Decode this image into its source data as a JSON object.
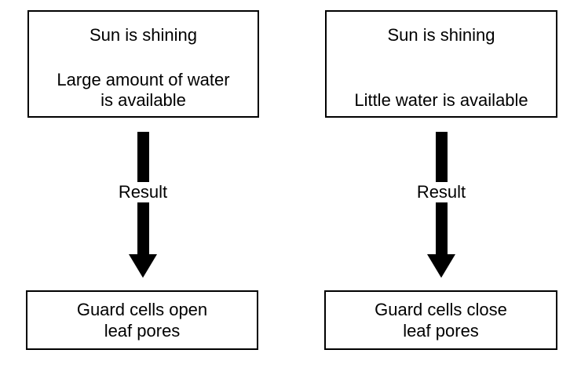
{
  "left": {
    "top_box": {
      "line1": "Sun is shining",
      "line2": "Large amount of water",
      "line3": "is available"
    },
    "arrow_label": "Result",
    "bottom_box": {
      "line1": "Guard cells open",
      "line2": "leaf pores"
    }
  },
  "right": {
    "top_box": {
      "line1": "Sun is shining",
      "line2": "Little water is available"
    },
    "arrow_label": "Result",
    "bottom_box": {
      "line1": "Guard cells close",
      "line2": "leaf pores"
    }
  },
  "colors": {
    "stroke": "#000000",
    "background": "#ffffff"
  }
}
